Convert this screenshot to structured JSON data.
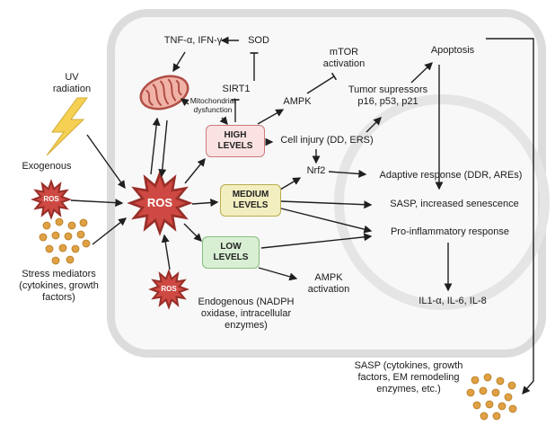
{
  "labels": {
    "tnf_ifn": "TNF-α, IFN-γ",
    "sod": "SOD",
    "sirt1": "SIRT1",
    "mito_dysfunction": "Mitochondrial dysfunction",
    "mtor_activation": "mTOR activation",
    "ampk": "AMPK",
    "apoptosis": "Apoptosis",
    "tumor_supressors": "Tumor supressors p16, p53, p21",
    "high_levels": "HIGH LEVELS",
    "cell_injury": "Cell injury (DD, ERS)",
    "nrf2": "Nrf2",
    "adaptive_response": "Adaptive response (DDR, AREs)",
    "medium_levels": "MEDIUM LEVELS",
    "sasp_senescence": "SASP, increased senescence",
    "low_levels": "LOW LEVELS",
    "pro_inflammatory": "Pro-inflammatory response",
    "ampk_activation": "AMPK activation",
    "interleukins": "IL1-α, IL-6, IL-8",
    "ros": "ROS",
    "uv_radiation": "UV radiation",
    "exogenous": "Exogenous",
    "stress_mediators": "Stress mediators (cytokines, growth factors)",
    "endogenous": "Endogenous (NADPH oxidase, intracellular enzymes)",
    "sasp_outside": "SASP (cytokines, growth factors, EM remodeling enzymes, etc.)"
  },
  "colors": {
    "membrane": "#dcdcdc",
    "cell_fill": "#f8f8f8",
    "nucleus_ring": "#e5e5e5",
    "ros_star_fill": "#ce4943",
    "ros_star_stroke": "#992e28",
    "high_box_fill": "#fbe2e2",
    "high_box_border": "#cc7a7a",
    "medium_box_fill": "#f2eebf",
    "medium_box_border": "#b9ac4e",
    "low_box_fill": "#d9efd4",
    "low_box_border": "#86bd7f",
    "lightning": "#f5d053",
    "lightning_stroke": "#d3ab36",
    "dots": "#dfa144",
    "dots_stroke": "#b57a22",
    "mitochondria_fill": "#f1b2a6",
    "mitochondria_stroke": "#b04f45",
    "arrow": "#1f1f1f"
  }
}
